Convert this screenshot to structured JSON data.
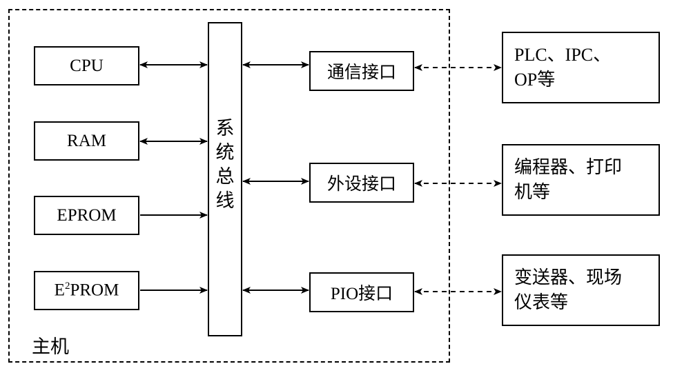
{
  "host": {
    "label": "主机"
  },
  "bus": {
    "chars": [
      "系",
      "统",
      "总",
      "线"
    ]
  },
  "memory": {
    "cpu": "CPU",
    "ram": "RAM",
    "eprom": "EPROM",
    "e2prom_prefix": "E",
    "e2prom_sup": "2",
    "e2prom_suffix": "PROM"
  },
  "interfaces": {
    "comm": "通信接口",
    "peripheral": "外设接口",
    "pio": "PIO接口"
  },
  "devices": {
    "comm_devices": [
      "PLC、IPC、",
      "OP等"
    ],
    "peripheral_devices": [
      "编程器、打印",
      "机等"
    ],
    "field_devices": [
      "变送器、现场",
      "仪表等"
    ]
  }
}
